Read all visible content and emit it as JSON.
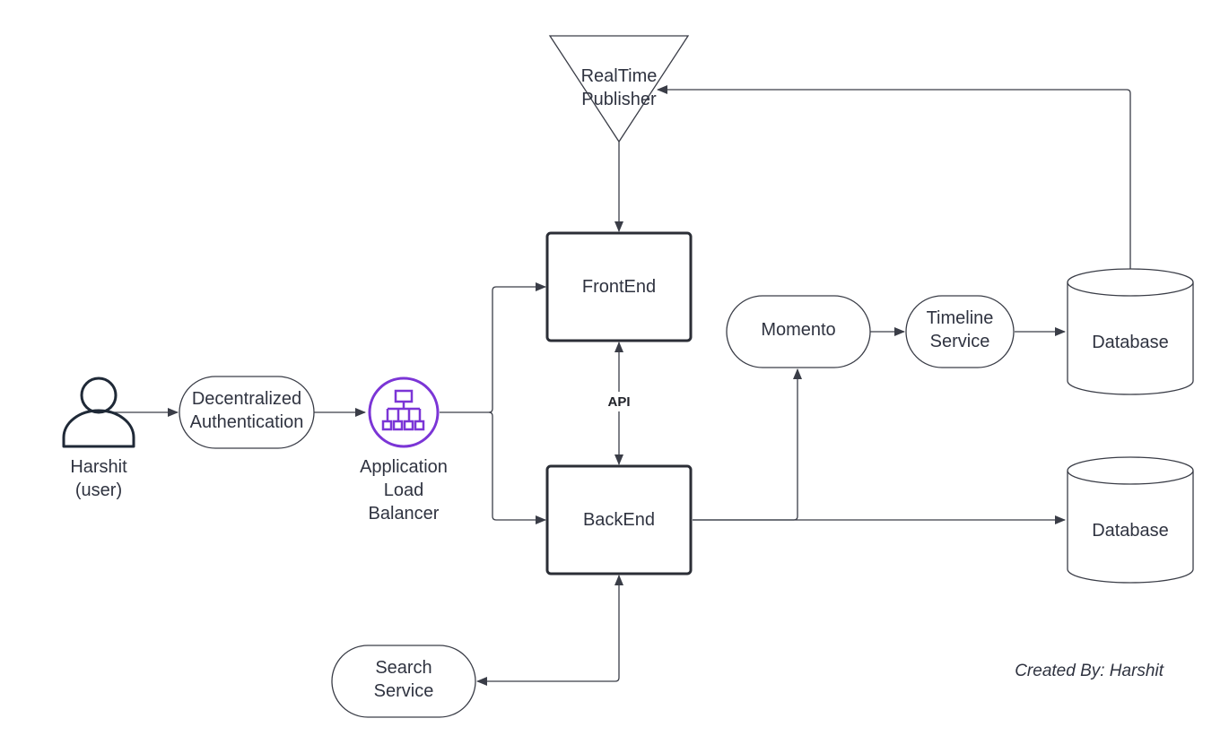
{
  "nodes": {
    "realtime_publisher": {
      "line1": "RealTime",
      "line2": "Publisher"
    },
    "frontend": {
      "label": "FrontEnd"
    },
    "backend": {
      "label": "BackEnd"
    },
    "momento": {
      "label": "Momento"
    },
    "timeline_service": {
      "line1": "Timeline",
      "line2": "Service"
    },
    "database_top": {
      "label": "Database"
    },
    "database_bottom": {
      "label": "Database"
    },
    "user": {
      "line1": "Harshit",
      "line2": "(user)"
    },
    "decentralized_auth": {
      "line1": "Decentralized",
      "line2": "Authentication"
    },
    "load_balancer": {
      "line1": "Application",
      "line2": "Load",
      "line3": "Balancer"
    },
    "search_service": {
      "line1": "Search",
      "line2": "Service"
    }
  },
  "edges": {
    "api_label": "API"
  },
  "footer": {
    "credit": "Created By: Harshit"
  },
  "colors": {
    "stroke": "#3a3d47",
    "text": "#2f3340",
    "alb_purple": "#7b35d6",
    "user_icon": "#1f2937"
  },
  "icons": {
    "user": "person-icon",
    "load_balancer": "application-load-balancer-icon"
  }
}
